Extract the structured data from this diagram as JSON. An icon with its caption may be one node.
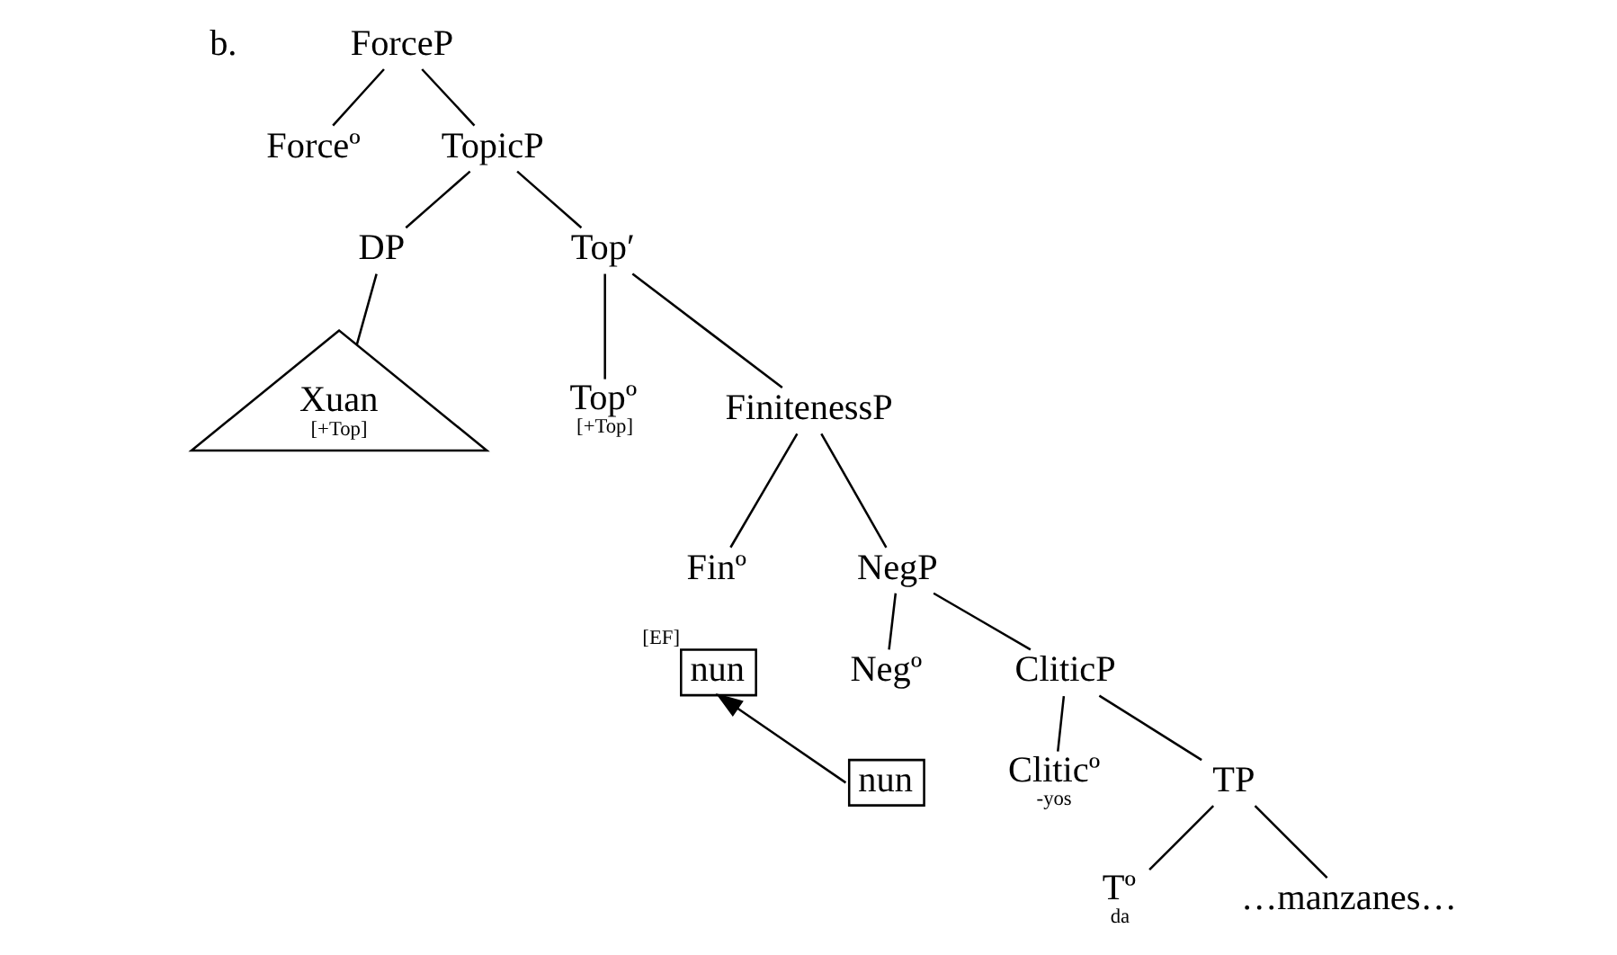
{
  "diagram": {
    "nodes": [
      {
        "text": [
          "ForceP"
        ]
      },
      {
        "text": [
          "Forceº"
        ]
      },
      {
        "text": [
          "TopicP"
        ]
      },
      {
        "text": [
          "DP"
        ]
      },
      {
        "text": [
          "Xuan",
          "[+Top]"
        ]
      },
      {
        "text": [
          "Top′"
        ]
      },
      {
        "text": [
          "Topº",
          "[+Top]"
        ]
      },
      {
        "text": [
          "FinitenessP"
        ]
      },
      {
        "text": [
          "Finº"
        ]
      },
      {
        "text": [
          "nun"
        ],
        "beside": [
          "[EF]"
        ]
      },
      {
        "text": [
          "NegP"
        ]
      },
      {
        "text": [
          "Negº"
        ]
      },
      {
        "text": [
          "nun"
        ]
      },
      {
        "text": [
          "CliticP"
        ]
      },
      {
        "text": [
          "Cliticº",
          "-yos"
        ]
      },
      {
        "text": [
          "TP"
        ]
      },
      {
        "text": [
          "Tº",
          "da"
        ]
      },
      {
        "text": [
          "…manzanes…"
        ]
      }
    ],
    "edges": [
      {
        "from": 0,
        "to": 1,
        "arrow": "none"
      },
      {
        "from": 0,
        "to": 2,
        "arrow": "none"
      },
      {
        "from": 2,
        "to": 3,
        "arrow": "none"
      },
      {
        "from": 3,
        "to": 4,
        "arrow": "none"
      },
      {
        "from": 2,
        "to": 5,
        "arrow": "none"
      },
      {
        "from": 5,
        "to": 6,
        "arrow": "none"
      },
      {
        "from": 5,
        "to": 7,
        "arrow": "none"
      },
      {
        "from": 7,
        "to": 8,
        "arrow": "none"
      },
      {
        "from": 7,
        "to": 10,
        "arrow": "none"
      },
      {
        "from": 10,
        "to": 11,
        "arrow": "none"
      },
      {
        "from": 10,
        "to": 13,
        "arrow": "none"
      },
      {
        "from": 13,
        "to": 14,
        "arrow": "none"
      },
      {
        "from": 13,
        "to": 15,
        "arrow": "none"
      },
      {
        "from": 15,
        "to": 16,
        "arrow": "none"
      },
      {
        "from": 15,
        "to": 17,
        "arrow": "none"
      },
      {
        "from": 12,
        "to": 9,
        "arrow": "to"
      }
    ],
    "labels": [
      "b."
    ]
  }
}
